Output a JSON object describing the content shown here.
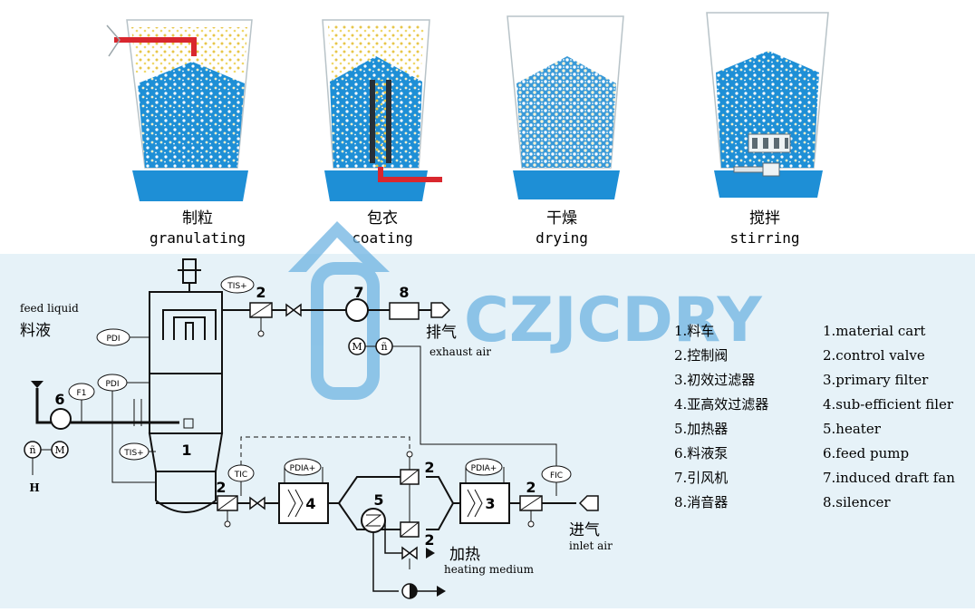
{
  "stages": [
    {
      "cn": "制粒",
      "en": "granulating"
    },
    {
      "cn": "包衣",
      "en": "coating"
    },
    {
      "cn": "干燥",
      "en": "drying"
    },
    {
      "cn": "搅拌",
      "en": "stirring"
    }
  ],
  "watermark": "CZJCDRY",
  "labels": {
    "feed_liquid_en": "feed liquid",
    "feed_liquid_cn": "料液",
    "exhaust_cn": "排气",
    "exhaust_en": "exhaust air",
    "inlet_cn": "进气",
    "inlet_en": "inlet air",
    "heating_cn": "加热",
    "heating_en": "heating medium",
    "drain": "H"
  },
  "instruments": {
    "tis_top": "TIS+",
    "tis_side": "TIS+",
    "pdi_upper": "PDI",
    "pdi_lower": "PDI",
    "f1": "F1",
    "tic": "TIC",
    "pdia_left": "PDIA+",
    "pdia_right": "PDIA+",
    "fic": "FIC",
    "motor": "M",
    "freq": "ñ"
  },
  "numbers": {
    "n1": "1",
    "n2a": "2",
    "n2b": "2",
    "n2c": "2",
    "n2d": "2",
    "n2e": "2",
    "n3": "3",
    "n4": "4",
    "n5": "5",
    "n6": "6",
    "n7": "7",
    "n8": "8"
  },
  "legend_cn": [
    "1.料车",
    "2.控制阀",
    "3.初效过滤器",
    "4.亚高效过滤器",
    "5.加热器",
    "6.料液泵",
    "7.引风机",
    "8.消音器"
  ],
  "legend_en": [
    "1.material cart",
    "2.control valve",
    "3.primary filter",
    "4.sub-efficient filer",
    "5.heater",
    "6.feed pump",
    "7.induced draft fan",
    "8.silencer"
  ],
  "colors": {
    "bed_blue": "#1e8fd6",
    "spray_red": "#d9272e",
    "panel_bg": "#e6f2f8",
    "watermark_blue": "#6fb4e2",
    "watermark_green": "#2ab34a"
  }
}
